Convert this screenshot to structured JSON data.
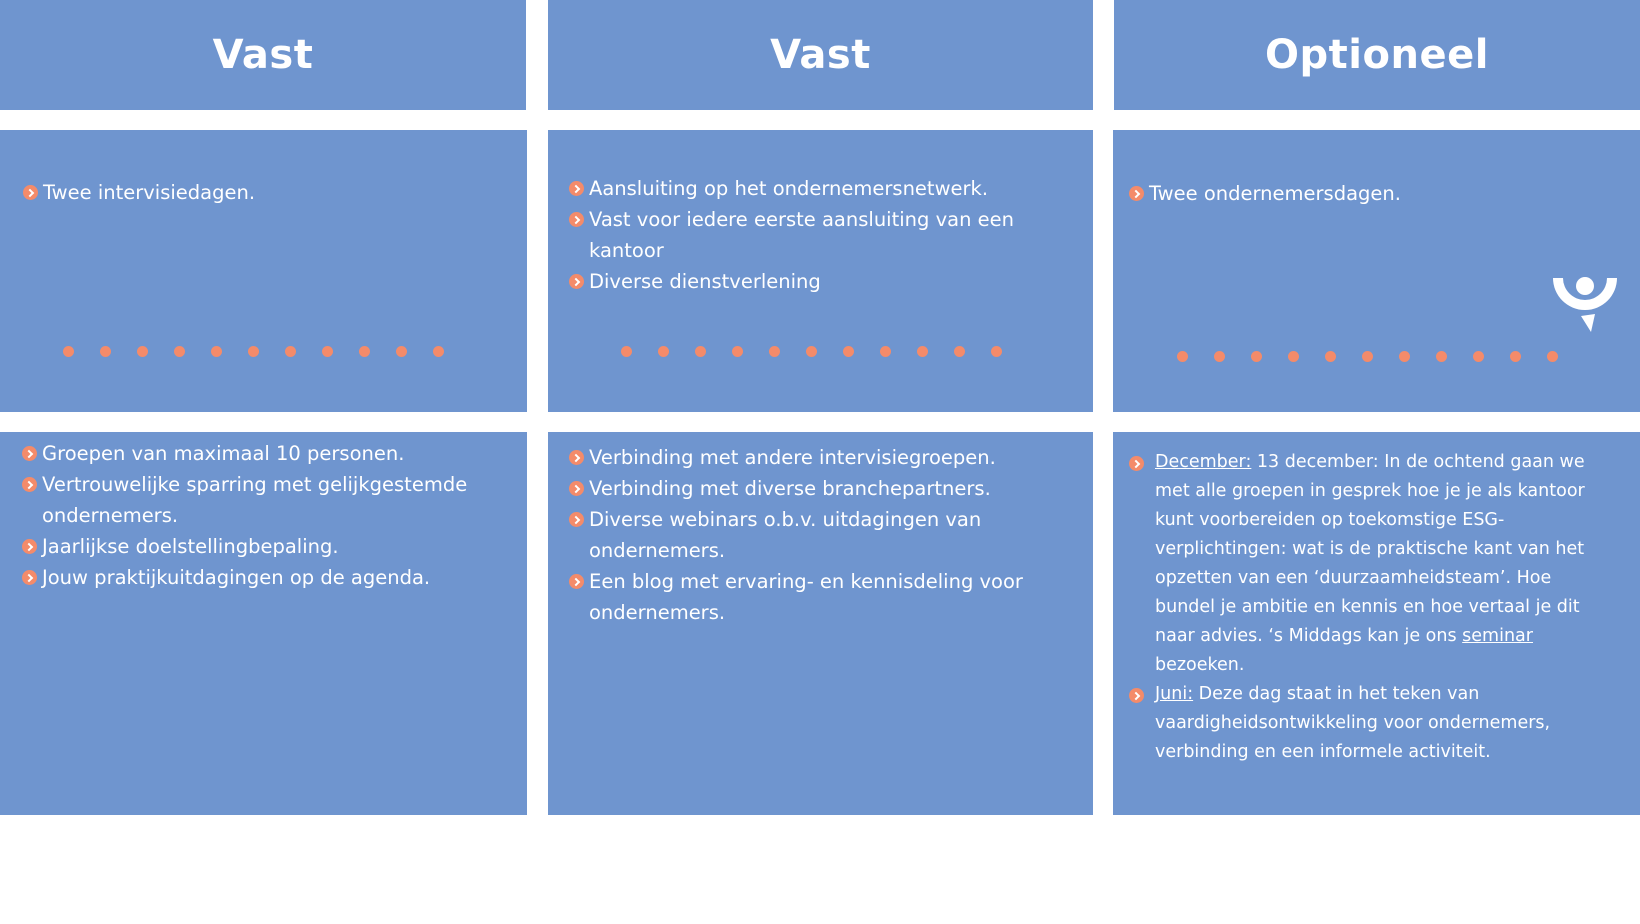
{
  "headers": [
    "Vast",
    "Vast",
    "Optioneel"
  ],
  "middle": {
    "col1": [
      "Twee intervisiedagen."
    ],
    "col2": [
      "Aansluiting op het ondernemersnetwerk.",
      "Vast voor iedere eerste aansluiting van een kantoor",
      "Diverse dienstverlening"
    ],
    "col3": [
      "Twee ondernemersdagen."
    ]
  },
  "bottom": {
    "col1": [
      "Groepen van maximaal 10 personen.",
      "Vertrouwelijke sparring met gelijkgestemde ondernemers.",
      "Jaarlijkse doelstellingbepaling.",
      "Jouw praktijkuitdagingen op de agenda."
    ],
    "col2": [
      "Verbinding met andere intervisiegroepen.",
      "Verbinding met diverse branchepartners.",
      "Diverse webinars o.b.v. uitdagingen van ondernemers.",
      "Een blog met ervaring- en kennisdeling voor ondernemers."
    ],
    "col3": {
      "december_label": "December:",
      "december_text_a": " 13 december: In de ochtend gaan we met alle groepen in gesprek hoe je je als kantoor kunt voorbereiden op toekomstige ESG-verplichtingen: wat is de praktische kant van het opzetten van een ‘duurzaamheidsteam’. Hoe bundel je ambitie en kennis en hoe vertaal je dit naar advies. ‘s Middags kan je ons ",
      "december_link": "seminar",
      "december_text_b": " bezoeken.",
      "juni_label": "Juni:",
      "juni_text": " Deze dag staat in het teken van vaardigheidsontwikkeling voor ondernemers, verbinding en een informele activiteit."
    }
  },
  "colors": {
    "box": "#6f95cf",
    "accent": "#f48b6a",
    "background": "#ffffff"
  },
  "icons": {
    "bullet": "chevron-right-circle-icon",
    "logo": "brand-logo-icon"
  }
}
